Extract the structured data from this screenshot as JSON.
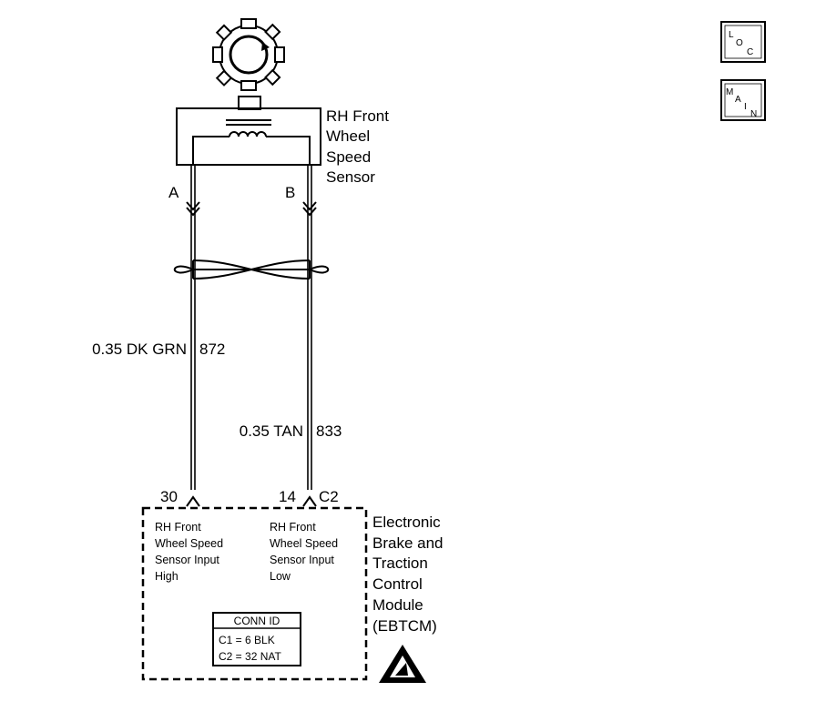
{
  "sensor": {
    "name_lines": [
      "RH Front",
      "Wheel",
      "Speed",
      "Sensor"
    ],
    "terminal_a": "A",
    "terminal_b": "B"
  },
  "wires": [
    {
      "gauge_color": "0.35 DK GRN",
      "circuit": "872"
    },
    {
      "gauge_color": "0.35 TAN",
      "circuit": "833"
    }
  ],
  "module": {
    "pin_left": "30",
    "pin_right": "14",
    "connector": "C2",
    "name_lines": [
      "Electronic",
      "Brake and",
      "Traction",
      "Control",
      "Module",
      "(EBTCM)"
    ],
    "input_left_lines": [
      "RH Front",
      "Wheel Speed",
      "Sensor Input",
      "High"
    ],
    "input_right_lines": [
      "RH Front",
      "Wheel Speed",
      "Sensor Input",
      "Low"
    ],
    "conn_id": {
      "title": "CONN ID",
      "rows": [
        "C1 = 6 BLK",
        "C2 = 32 NAT"
      ]
    }
  },
  "nav_icons": {
    "loc_letters": [
      "L",
      "O",
      "C"
    ],
    "main_letters": [
      "M",
      "A",
      "I",
      "N"
    ]
  },
  "icons": [
    "tone-wheel-icon",
    "esd-warning-icon",
    "loc-button-icon",
    "main-button-icon"
  ]
}
